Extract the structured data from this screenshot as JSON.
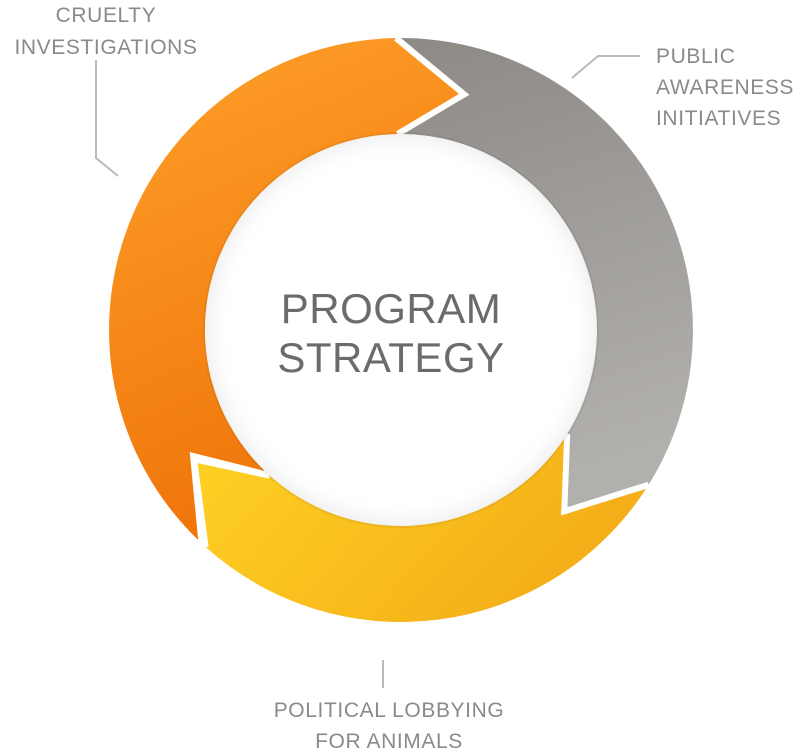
{
  "center": {
    "line1": "PROGRAM",
    "line2": "STRATEGY"
  },
  "segments": [
    {
      "id": "cruelty",
      "line1": "CRUELTY",
      "line2": "INVESTIGATIONS",
      "color_light": "#ffa02a",
      "color_dark": "#f0780a"
    },
    {
      "id": "awareness",
      "line1": "PUBLIC",
      "line2": "AWARENESS",
      "line3": "INITIATIVES",
      "color_light": "#a8a6a2",
      "color_dark": "#86837f"
    },
    {
      "id": "lobbying",
      "line1": "POLITICAL LOBBYING",
      "line2": "FOR ANIMALS",
      "color_light": "#ffcc22",
      "color_dark": "#f2a61a"
    }
  ]
}
